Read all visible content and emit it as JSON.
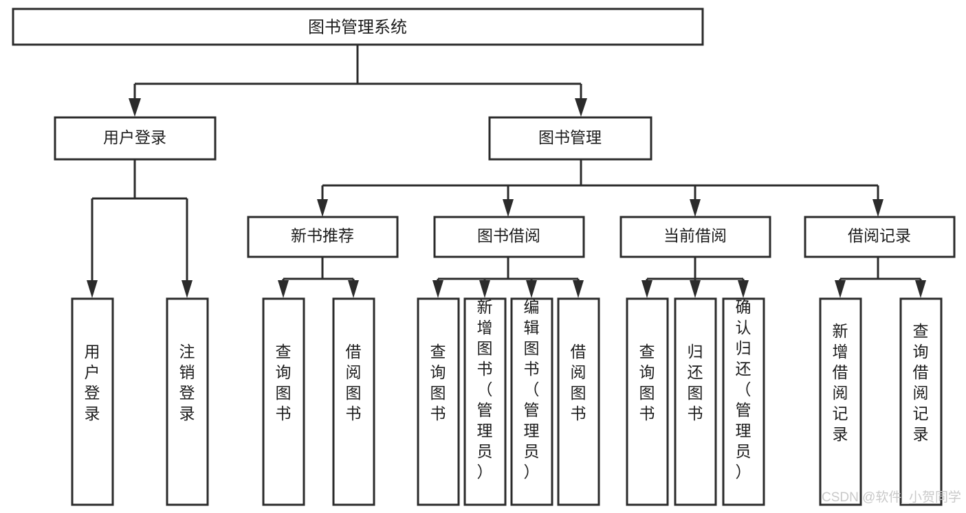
{
  "diagram": {
    "title": "图书管理系统",
    "type": "hierarchy-tree",
    "root": {
      "id": "root",
      "label": "图书管理系统",
      "orientation": "horizontal"
    },
    "level1": [
      {
        "id": "user-login",
        "label": "用户登录",
        "orientation": "horizontal"
      },
      {
        "id": "book-manage",
        "label": "图书管理",
        "orientation": "horizontal"
      }
    ],
    "level2": [
      {
        "id": "new-book-recommend",
        "label": "新书推荐",
        "parent": "book-manage",
        "orientation": "horizontal"
      },
      {
        "id": "book-borrow",
        "label": "图书借阅",
        "parent": "book-manage",
        "orientation": "horizontal"
      },
      {
        "id": "current-borrow",
        "label": "当前借阅",
        "parent": "book-manage",
        "orientation": "horizontal"
      },
      {
        "id": "borrow-record",
        "label": "借阅记录",
        "parent": "book-manage",
        "orientation": "horizontal"
      }
    ],
    "leaves": [
      {
        "id": "leaf-user-login",
        "label": "用户登录",
        "parent": "user-login",
        "orientation": "vertical"
      },
      {
        "id": "leaf-user-logout",
        "label": "注销登录",
        "parent": "user-login",
        "orientation": "vertical"
      },
      {
        "id": "leaf-query-book-1",
        "label": "查询图书",
        "parent": "new-book-recommend",
        "orientation": "vertical"
      },
      {
        "id": "leaf-borrow-book-1",
        "label": "借阅图书",
        "parent": "new-book-recommend",
        "orientation": "vertical"
      },
      {
        "id": "leaf-query-book-2",
        "label": "查询图书",
        "parent": "book-borrow",
        "orientation": "vertical"
      },
      {
        "id": "leaf-add-book",
        "label": "新增图书（管理员）",
        "parent": "book-borrow",
        "orientation": "vertical"
      },
      {
        "id": "leaf-edit-book",
        "label": "编辑图书（管理员）",
        "parent": "book-borrow",
        "orientation": "vertical"
      },
      {
        "id": "leaf-borrow-book-2",
        "label": "借阅图书",
        "parent": "book-borrow",
        "orientation": "vertical"
      },
      {
        "id": "leaf-query-book-3",
        "label": "查询图书",
        "parent": "current-borrow",
        "orientation": "vertical"
      },
      {
        "id": "leaf-return-book",
        "label": "归还图书",
        "parent": "current-borrow",
        "orientation": "vertical"
      },
      {
        "id": "leaf-confirm-return",
        "label": "确认归还（管理员）",
        "parent": "current-borrow",
        "orientation": "vertical"
      },
      {
        "id": "leaf-add-record",
        "label": "新增借阅记录",
        "parent": "borrow-record",
        "orientation": "vertical"
      },
      {
        "id": "leaf-query-record",
        "label": "查询借阅记录",
        "parent": "borrow-record",
        "orientation": "vertical"
      }
    ],
    "watermark": "CSDN @软件_小贺同学",
    "colors": {
      "stroke": "#2b2b2b",
      "fill": "#ffffff",
      "text": "#1c1c1c",
      "watermark": "#c9c9c9",
      "background": "#ffffff"
    }
  }
}
